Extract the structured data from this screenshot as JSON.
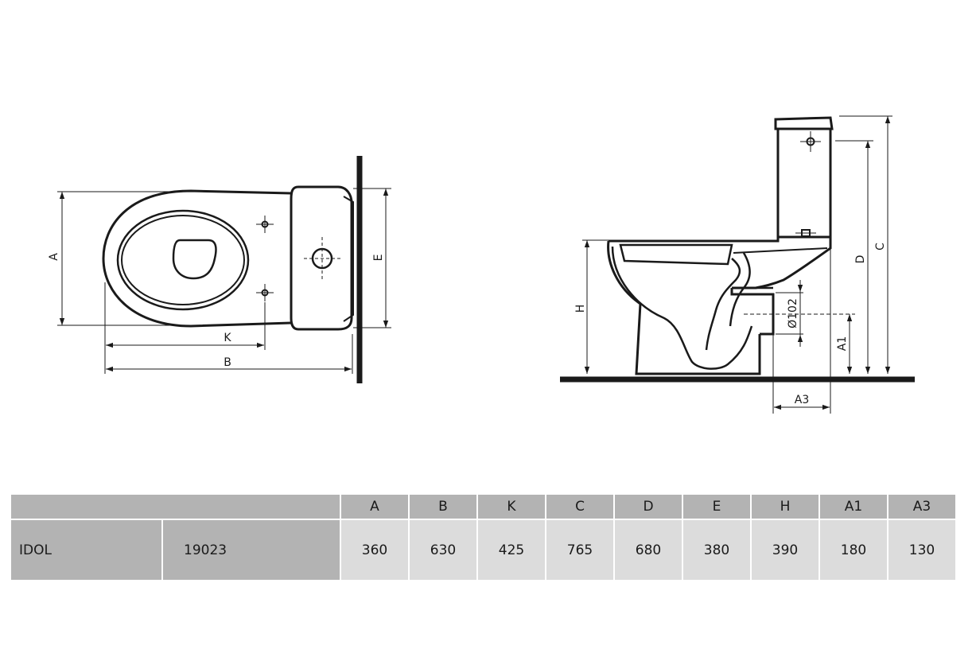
{
  "top_view": {
    "labels": {
      "A": "A",
      "E": "E",
      "K": "K",
      "B": "B"
    }
  },
  "side_view": {
    "labels": {
      "H": "H",
      "D": "D",
      "C": "C",
      "A1": "A1",
      "A3": "A3",
      "pipe": "Ø102"
    }
  },
  "table": {
    "columns": [
      "A",
      "B",
      "K",
      "C",
      "D",
      "E",
      "H",
      "A1",
      "A3"
    ],
    "rows": [
      {
        "name": "IDOL",
        "code": "19023",
        "values": [
          "360",
          "630",
          "425",
          "765",
          "680",
          "380",
          "390",
          "180",
          "130"
        ]
      }
    ]
  }
}
